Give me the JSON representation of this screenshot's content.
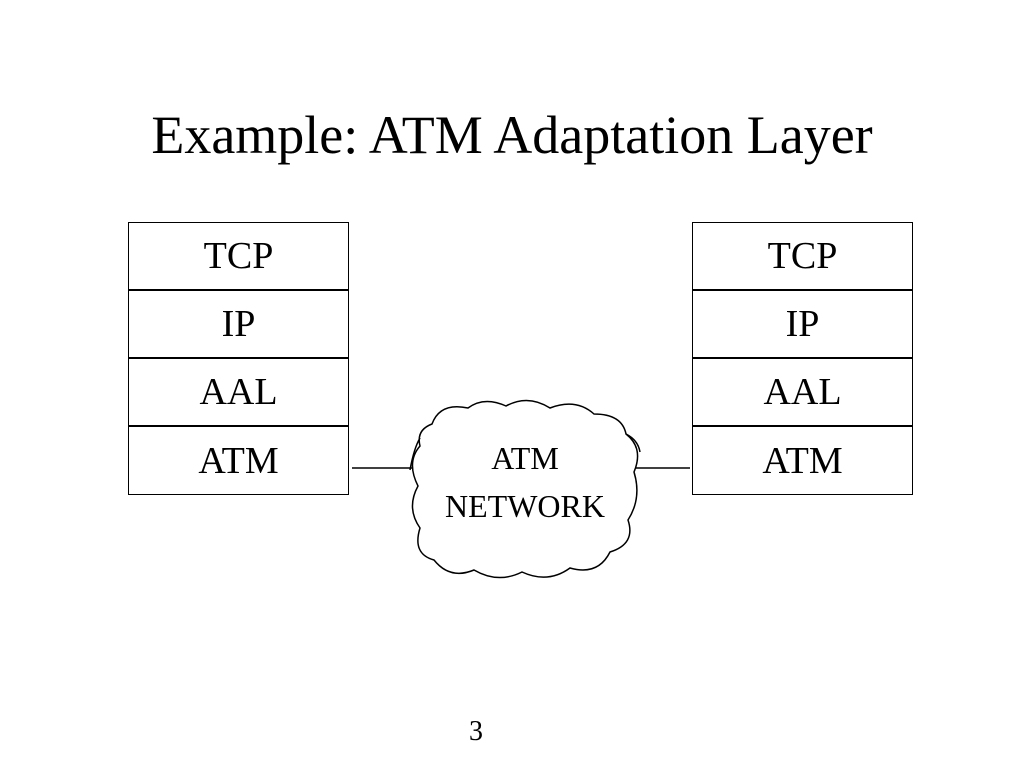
{
  "slide": {
    "title": "Example: ATM Adaptation Layer",
    "page_number": "3"
  },
  "left_stack": {
    "layers": [
      "TCP",
      "IP",
      "AAL",
      "ATM"
    ]
  },
  "right_stack": {
    "layers": [
      "TCP",
      "IP",
      "AAL",
      "ATM"
    ]
  },
  "network": {
    "label_line1": "ATM",
    "label_line2": "NETWORK"
  }
}
